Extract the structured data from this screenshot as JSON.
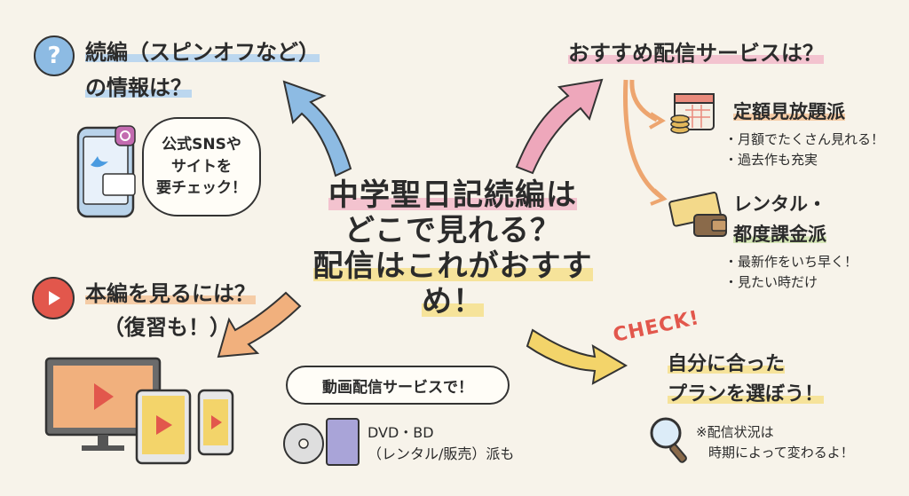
{
  "center": {
    "line1": "中学聖日記続編は",
    "line2": "どこで見れる？",
    "line3": "配信はこれがおすすめ！"
  },
  "sequel": {
    "title_line1": "続編（スピンオフなど）",
    "title_line2": "の情報は？",
    "bubble": [
      "公式SNSや",
      "サイトを",
      "要チェック！"
    ]
  },
  "services": {
    "title": "おすすめ配信サービスは？",
    "subscription": {
      "title": "定額見放題派",
      "points": [
        "・月額でたくさん見れる！",
        "・過去作も充実"
      ]
    },
    "rental": {
      "title_line1": "レンタル・",
      "title_line2": "都度課金派",
      "points": [
        "・最新作をいち早く！",
        "・見たい時だけ"
      ]
    }
  },
  "main_story": {
    "title_line1": "本編を見るには？",
    "title_line2": "（復習も！）",
    "bubble": "動画配信サービスで！",
    "dvd_line1": "DVD・BD",
    "dvd_line2": "（レンタル/販売）派も"
  },
  "check": {
    "stamp": "CHECK!",
    "title_line1": "自分に合った",
    "title_line2": "プランを選ぼう！",
    "note_line1": "※配信状況は",
    "note_line2": "時期によって変わるよ！"
  },
  "colors": {
    "blue": "#7fb0dc",
    "pink": "#e8a0b4",
    "orange": "#eda56f",
    "yellow": "#efcf5e",
    "red": "#e2574c"
  }
}
